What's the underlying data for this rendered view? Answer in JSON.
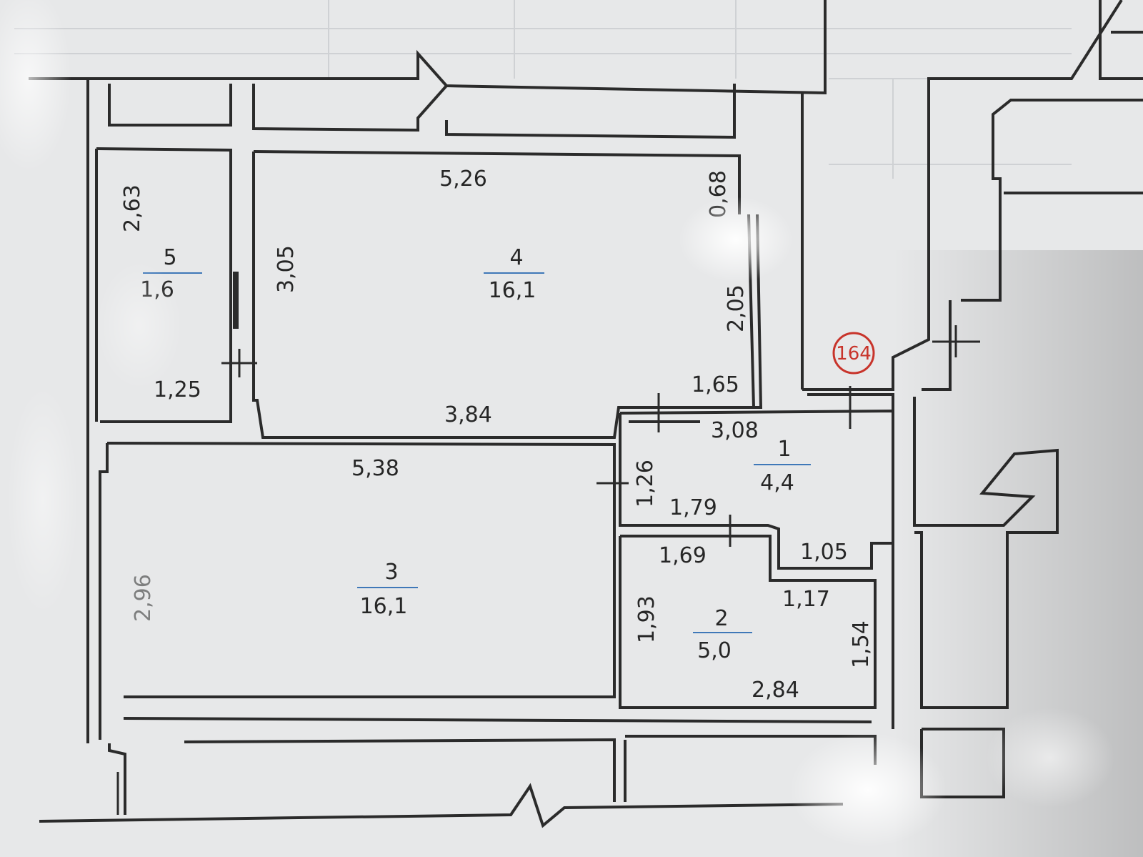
{
  "colors": {
    "paper": "#e7e8e9",
    "wall": "#2b2b2b",
    "marker": "#c8342b",
    "fraction_line": "#3f78b8"
  },
  "marker": {
    "label": "164"
  },
  "rooms": [
    {
      "number": "1",
      "area": "4,4"
    },
    {
      "number": "2",
      "area": "5,0"
    },
    {
      "number": "3",
      "area": "16,1"
    },
    {
      "number": "4",
      "area": "16,1"
    },
    {
      "number": "5",
      "area": "1,6"
    }
  ],
  "dimensions": {
    "d_526": "5,26",
    "d_068": "0,68",
    "d_305": "3,05",
    "d_205": "2,05",
    "d_165": "1,65",
    "d_384": "3,84",
    "d_263": "2,63",
    "d_125": "1,25",
    "d_308": "3,08",
    "d_538": "5,38",
    "d_126": "1,26",
    "d_179": "1,79",
    "d_169": "1,69",
    "d_105": "1,05",
    "d_117": "1,17",
    "d_193": "1,93",
    "d_154": "1,54",
    "d_284": "2,84",
    "d_296": "2,96"
  }
}
